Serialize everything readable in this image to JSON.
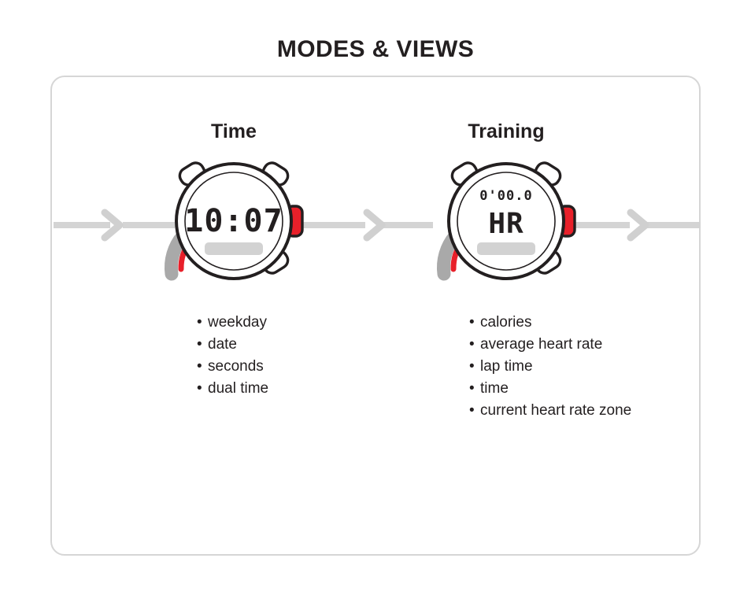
{
  "page": {
    "title": "MODES & VIEWS",
    "background_color": "#ffffff",
    "text_color": "#231f20",
    "card_border_color": "#d6d6d6",
    "flow_line_color": "#d4d4d4",
    "watch_accent_color": "#e8202a",
    "watch_strap_color": "#a9a9a9",
    "lcd_bar_color": "#d2d2d2"
  },
  "flow": {
    "arrows": [
      {
        "name": "arrow-before-time",
        "label": "›"
      },
      {
        "name": "arrow-time-to-training",
        "label": "›"
      },
      {
        "name": "arrow-after-training",
        "label": "›"
      }
    ]
  },
  "modes": [
    {
      "id": "time",
      "heading": "Time",
      "watch": {
        "display_primary": "10:07",
        "display_secondary": "",
        "has_secondary_row": false
      },
      "features": [
        "weekday",
        "date",
        "seconds",
        "dual time"
      ]
    },
    {
      "id": "training",
      "heading": "Training",
      "watch": {
        "display_primary": "HR",
        "display_secondary": "0'00.0",
        "has_secondary_row": true
      },
      "features": [
        "calories",
        "average heart rate",
        "lap time",
        "time",
        "current heart rate zone"
      ]
    }
  ],
  "bullet_glyph": "•"
}
